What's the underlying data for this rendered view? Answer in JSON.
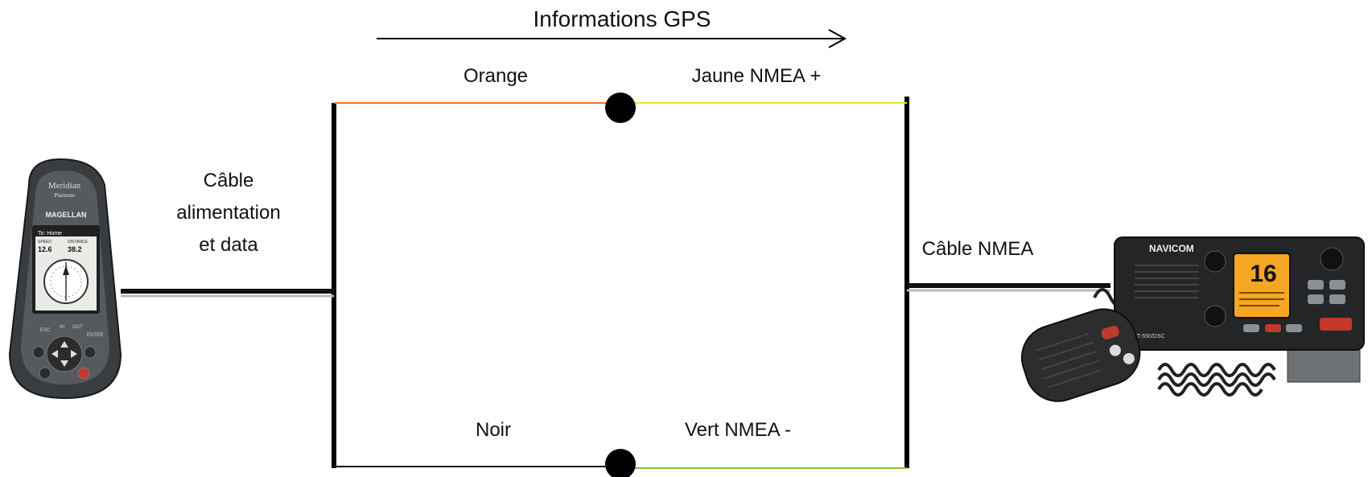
{
  "title": "Informations GPS",
  "gps_device": {
    "brand_top": "Meridian",
    "brand_top_sub": "Platinum",
    "brand": "MAGELLAN",
    "screen_heading": "To: Home",
    "screen_left_label": "SPEED",
    "screen_right_label": "DISTANCE",
    "screen_left_value": "12.6",
    "screen_right_value": "38.2",
    "button_left": "IN",
    "button_right": "OUT",
    "button_esc": "ESC",
    "button_enter": "ENTER"
  },
  "gps_cable_label": [
    "Câble",
    "alimentation",
    "et data"
  ],
  "wires": {
    "top_left": "Orange",
    "top_right": "Jaune NMEA +",
    "bottom_left": "Noir",
    "bottom_right": "Vert NMEA -"
  },
  "radio_cable_label": "Câble NMEA",
  "vhf_radio": {
    "brand": "NAVICOM",
    "channel": "16",
    "model": "RT-550/DSC"
  },
  "colors": {
    "orange_wire": "#e8792a",
    "yellow_wire": "#f2e21c",
    "black_wire": "#111111",
    "green_wire": "#8bbd3a",
    "lcd": "#f5a623"
  }
}
